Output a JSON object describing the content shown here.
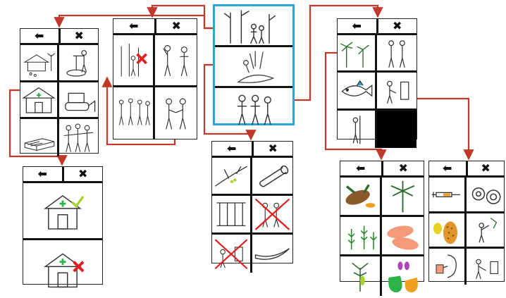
{
  "colors": {
    "arrow": "#c0392b",
    "selected_border": "#2aa6d6",
    "cross": "#e02020",
    "check": "#a8d030",
    "cocoa": "#8b5a2b",
    "sweet_potato": "#f29a7a",
    "mango_green": "#2db34a",
    "mango_orange": "#f0a020",
    "purple": "#b040c0"
  },
  "header_icons": {
    "back": "left-arrow-icon",
    "close": "x-close-icon"
  },
  "glyphs": {
    "back": "⬅",
    "close": "✖"
  },
  "panels": [
    {
      "id": "center-selected",
      "cells": [
        "forest-scene",
        "cutting-tree",
        "people-group"
      ]
    },
    {
      "id": "left-top",
      "cells": [
        "village-house",
        "water-pump",
        "health-post",
        "bulldozer",
        "timber-stack",
        "crowd"
      ]
    },
    {
      "id": "left-bottom",
      "cells": [
        "health-post-check",
        "health-post-cross"
      ]
    },
    {
      "id": "second",
      "cells": [
        "forest-cross",
        "people-talking",
        "meeting-group",
        "handshake"
      ]
    },
    {
      "id": "center-bottom",
      "cells": [
        "branch",
        "log",
        "forest-columns",
        "crowd-cross",
        "cut-cross",
        "bark-strip"
      ]
    },
    {
      "id": "right-top",
      "cells": [
        "palm-trees",
        "people-pair",
        "fish",
        "tree-planting",
        "person-spear",
        "black-square"
      ]
    },
    {
      "id": "food",
      "cells": [
        "cocoa-pod",
        "palm-tree",
        "cassava-plants",
        "sweet-potato",
        "banana-plant",
        "mango-papaya"
      ]
    },
    {
      "id": "tools",
      "cells": [
        "syringe",
        "rolls",
        "fruit-seeds",
        "tree-lifted",
        "drinking-person",
        "planting-person"
      ]
    }
  ]
}
